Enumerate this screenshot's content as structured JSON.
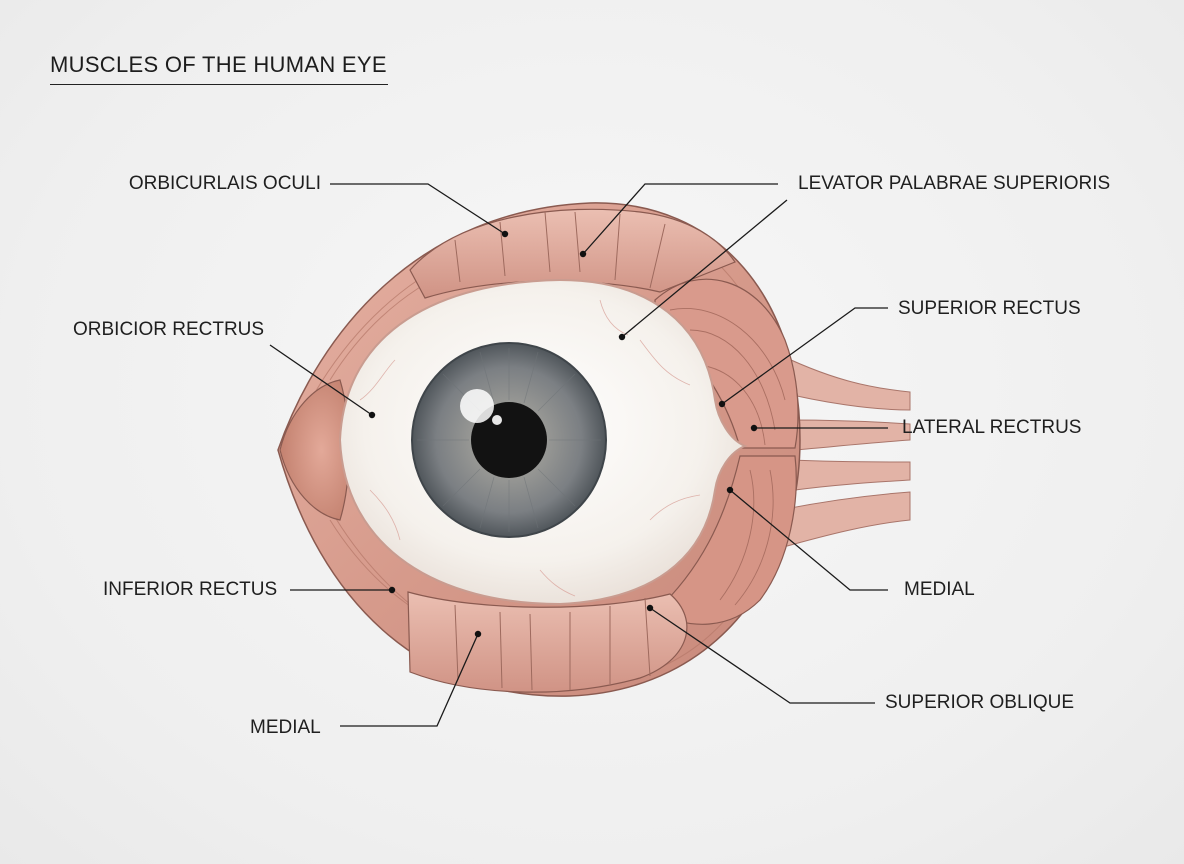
{
  "title": "MUSCLES OF THE HUMAN EYE",
  "labels": {
    "orbicularis_oculi": "ORBICURLAIS OCULI",
    "levator": "LEVATOR PALABRAE SUPERIORIS",
    "orbicior_rectus": "ORBICIOR RECTRUS",
    "superior_rectus": "SUPERIOR RECTUS",
    "lateral_rectus": "LATERAL RECTRUS",
    "medial_right": "MEDIAL",
    "inferior_rectus": "INFERIOR RECTUS",
    "superior_oblique": "SUPERIOR OBLIQUE",
    "medial_bottom": "MEDIAL"
  },
  "colors": {
    "muscle": "#d99a8c",
    "muscle_dark": "#b9786c",
    "muscle_light": "#ecc1b4",
    "sclera": "#f6f3ef",
    "iris": "#8f9396",
    "pupil": "#111111",
    "leader": "#1a1a1a"
  }
}
